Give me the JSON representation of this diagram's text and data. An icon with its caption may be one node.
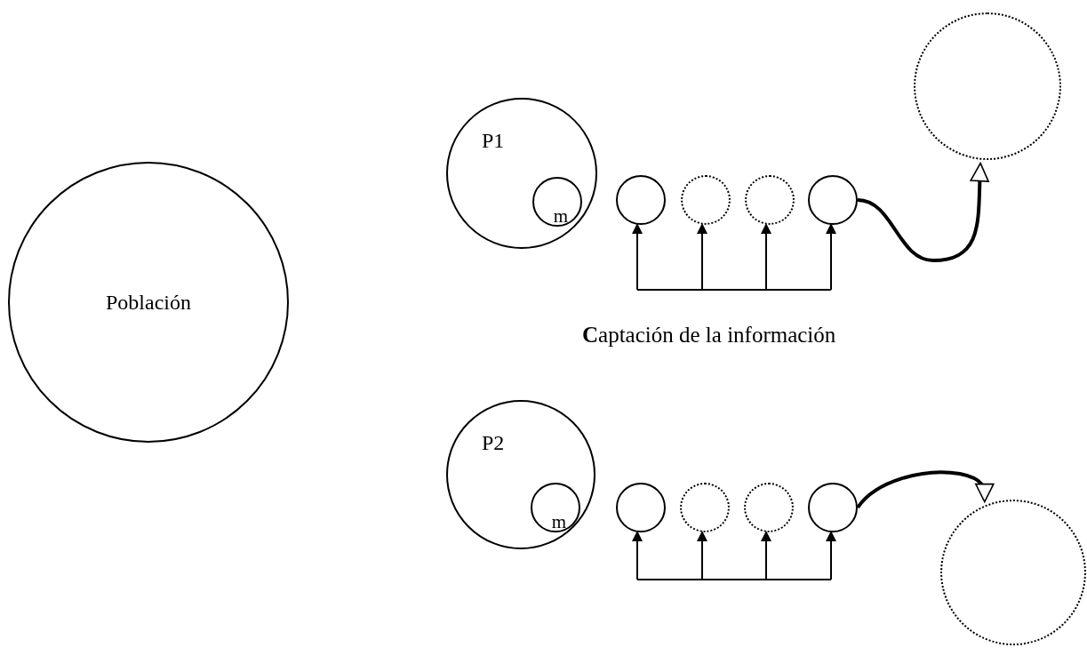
{
  "diagram": {
    "nodes": [
      {
        "text": [
          "Población"
        ]
      },
      {
        "text": [
          "P1"
        ]
      },
      {
        "text": [
          "m"
        ],
        "in": 1
      },
      {
        "text": [],
        "shape": "circle"
      },
      {
        "text": [],
        "shape": "circle"
      },
      {
        "text": [],
        "shape": "circle"
      },
      {
        "text": [],
        "shape": "circle"
      },
      {
        "text": [],
        "shape": "circle"
      },
      {
        "text": [
          "P2"
        ]
      },
      {
        "text": [
          "m"
        ],
        "in": 8
      },
      {
        "text": [],
        "shape": "circle"
      },
      {
        "text": [],
        "shape": "circle"
      },
      {
        "text": [],
        "shape": "circle"
      },
      {
        "text": [],
        "shape": "circle"
      },
      {
        "text": [],
        "shape": "circle"
      }
    ],
    "edges": [
      {
        "from": null,
        "to": 3,
        "arrow": "to"
      },
      {
        "from": null,
        "to": 4,
        "arrow": "to"
      },
      {
        "from": null,
        "to": 5,
        "arrow": "to"
      },
      {
        "from": null,
        "to": 6,
        "arrow": "to"
      },
      {
        "from": 6,
        "to": 7,
        "arrow": "to",
        "style": "thick"
      },
      {
        "from": null,
        "to": 10,
        "arrow": "to"
      },
      {
        "from": null,
        "to": 11,
        "arrow": "to"
      },
      {
        "from": null,
        "to": 12,
        "arrow": "to"
      },
      {
        "from": null,
        "to": 13,
        "arrow": "to"
      },
      {
        "from": 13,
        "to": 14,
        "arrow": "to",
        "style": "thick"
      }
    ],
    "labels": [
      "**C**aptación de la información"
    ]
  }
}
